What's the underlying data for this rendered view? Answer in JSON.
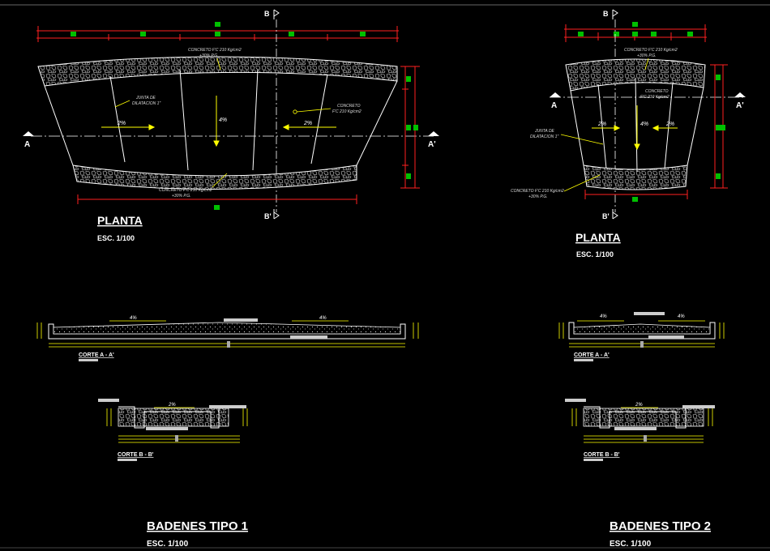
{
  "colors": {
    "background": "#000000",
    "outline": "#ffffff",
    "dimension": "#ff2020",
    "leader": "#ffff00",
    "marker": "#00c000",
    "axis": "#ffffff"
  },
  "type1": {
    "plan": {
      "title": "PLANTA",
      "scale": "ESC. 1/100",
      "note_top": "CONCRETO F'C 210 Kg/cm2",
      "note_top2": "+30% P.G.",
      "note_joint": "JUNTA DE",
      "note_joint2": "DILATACION 1\"",
      "note_concrete": "CONCRETO",
      "note_concrete2": "F'C 210 Kg/cm2",
      "note_bottom": "CONCRETO F'C 210 Kg/cm2",
      "note_bottom2": "+30% P.G.",
      "slope_left": "2%",
      "slope_mid": "4%",
      "slope_right": "2%",
      "sec_a": "A",
      "sec_a2": "A'",
      "sec_b": "B",
      "sec_b2": "B'"
    },
    "section_aa": {
      "label": "CORTE A - A'",
      "slope_left": "4%",
      "slope_right": "4%"
    },
    "section_bb": {
      "label": "CORTE B - B'",
      "slope": "2%"
    },
    "title": "BADENES TIPO 1",
    "scale": "ESC. 1/100"
  },
  "type2": {
    "plan": {
      "title": "PLANTA",
      "scale": "ESC. 1/100",
      "note_top": "CONCRETO F'C 210 Kg/cm2",
      "note_top2": "+30% P.G.",
      "note_concrete": "CONCRETO",
      "note_concrete2": "F'C 210 Kg/cm2",
      "note_joint": "JUNTA DE",
      "note_joint2": "DILATACION 1\"",
      "note_bottom": "CONCRETO F'C 210 Kg/cm2",
      "note_bottom2": "+30% P.G.",
      "slope_left": "2%",
      "slope_mid": "4%",
      "slope_right": "2%",
      "sec_a": "A",
      "sec_a2": "A'",
      "sec_b": "B",
      "sec_b2": "B'"
    },
    "section_aa": {
      "label": "CORTE A - A'",
      "slope_left": "4%",
      "slope_right": "4%"
    },
    "section_bb": {
      "label": "CORTE B - B'",
      "slope": "2%"
    },
    "title": "BADENES TIPO 2",
    "scale": "ESC. 1/100"
  }
}
